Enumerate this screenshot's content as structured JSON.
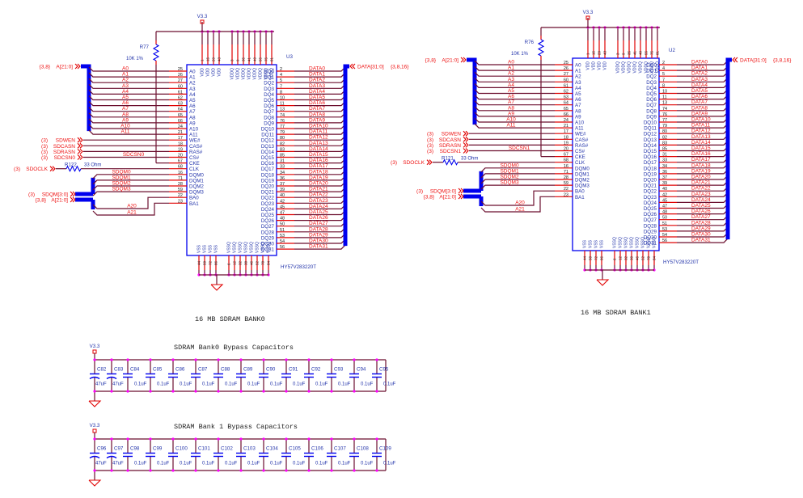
{
  "banks": [
    {
      "ref": "U3",
      "part": "HY57V283220T",
      "title": "16 MB SDRAM BANK0",
      "power_label": "V3.3",
      "pullup": {
        "ref": "R77",
        "value": "10K 1%"
      },
      "clock_resistor": {
        "ref": "R122",
        "value": "33 Ohm"
      },
      "cs_net": "SDCSN0",
      "addr_port": {
        "sheets": "{3,8}",
        "name": "A[21:0]"
      },
      "data_port": {
        "name": "DATA[31:0]",
        "sheets": "{3,8,16}"
      },
      "ctrl_ports": [
        {
          "sheets": "(3)",
          "name": "SDWEN"
        },
        {
          "sheets": "(3)",
          "name": "SDCASN"
        },
        {
          "sheets": "(3)",
          "name": "SDRASN"
        },
        {
          "sheets": "(3)",
          "name": "SDCSN0"
        }
      ],
      "clk_port": {
        "sheets": "(3)",
        "name": "SDOCLK"
      },
      "dqm_port": {
        "sheets": "(3)",
        "name": "SDQM[3:0]"
      },
      "addr2_port": {
        "sheets": "{3,8}",
        "name": "A[21:0]"
      }
    },
    {
      "ref": "U2",
      "part": "HY57V283220T",
      "title": "16 MB SDRAM BANK1",
      "power_label": "V3.3",
      "pullup": {
        "ref": "R76",
        "value": "10K 1%"
      },
      "clock_resistor": {
        "ref": "R121",
        "value": "33 Ohm"
      },
      "cs_net": "SDCSN1",
      "addr_port": {
        "sheets": "{3,8}",
        "name": "A[21:0]"
      },
      "data_port": {
        "name": "DATA[31:0]",
        "sheets": "{3,8,16}"
      },
      "ctrl_ports": [
        {
          "sheets": "(3)",
          "name": "SDWEN"
        },
        {
          "sheets": "(3)",
          "name": "SDCASN"
        },
        {
          "sheets": "(3)",
          "name": "SDRASN"
        },
        {
          "sheets": "(3)",
          "name": "SDCSN1"
        }
      ],
      "clk_port": {
        "sheets": "(3)",
        "name": "SDOCLK"
      },
      "dqm_port": {
        "sheets": "(3)",
        "name": "SDQM[3:0]"
      },
      "addr2_port": {
        "sheets": "{3,8}",
        "name": "A[21:0]"
      }
    }
  ],
  "left_pins": [
    {
      "name": "A0",
      "num": "25",
      "net": "A0"
    },
    {
      "name": "A1",
      "num": "26",
      "net": "A1"
    },
    {
      "name": "A2",
      "num": "27",
      "net": "A2"
    },
    {
      "name": "A3",
      "num": "60",
      "net": "A3"
    },
    {
      "name": "A4",
      "num": "61",
      "net": "A4"
    },
    {
      "name": "A5",
      "num": "62",
      "net": "A5"
    },
    {
      "name": "A6",
      "num": "63",
      "net": "A6"
    },
    {
      "name": "A7",
      "num": "64",
      "net": "A7"
    },
    {
      "name": "A8",
      "num": "65",
      "net": "A8"
    },
    {
      "name": "A9",
      "num": "66",
      "net": "A9"
    },
    {
      "name": "A10",
      "num": "24",
      "net": "A10"
    },
    {
      "name": "A11",
      "num": "21",
      "net": "A11"
    },
    {
      "name": "WE#",
      "num": "17",
      "net": ""
    },
    {
      "name": "CAS#",
      "num": "18",
      "net": ""
    },
    {
      "name": "RAS#",
      "num": "19",
      "net": ""
    },
    {
      "name": "CS#",
      "num": "20",
      "net": ""
    },
    {
      "name": "CKE",
      "num": "67",
      "net": ""
    },
    {
      "name": "CLK",
      "num": "68",
      "net": ""
    },
    {
      "name": "DQM0",
      "num": "16",
      "net": "SDQM0"
    },
    {
      "name": "DQM1",
      "num": "71",
      "net": "SDQM1"
    },
    {
      "name": "DQM2",
      "num": "28",
      "net": "SDQM2"
    },
    {
      "name": "DQM3",
      "num": "59",
      "net": "SDQM3"
    },
    {
      "name": "BA0",
      "num": "22",
      "net": "A20"
    },
    {
      "name": "BA1",
      "num": "23",
      "net": "A21"
    }
  ],
  "right_pins": [
    {
      "name": "DQ0",
      "num": "2",
      "net": "DATA0"
    },
    {
      "name": "DQ1",
      "num": "4",
      "net": "DATA1"
    },
    {
      "name": "DQ2",
      "num": "5",
      "net": "DATA2"
    },
    {
      "name": "DQ3",
      "num": "7",
      "net": "DATA3"
    },
    {
      "name": "DQ4",
      "num": "8",
      "net": "DATA4"
    },
    {
      "name": "DQ5",
      "num": "10",
      "net": "DATA5"
    },
    {
      "name": "DQ6",
      "num": "11",
      "net": "DATA6"
    },
    {
      "name": "DQ7",
      "num": "13",
      "net": "DATA7"
    },
    {
      "name": "DQ8",
      "num": "74",
      "net": "DATA8"
    },
    {
      "name": "DQ9",
      "num": "76",
      "net": "DATA9"
    },
    {
      "name": "DQ10",
      "num": "77",
      "net": "DATA10"
    },
    {
      "name": "DQ11",
      "num": "79",
      "net": "DATA11"
    },
    {
      "name": "DQ12",
      "num": "80",
      "net": "DATA12"
    },
    {
      "name": "DQ13",
      "num": "82",
      "net": "DATA13"
    },
    {
      "name": "DQ14",
      "num": "83",
      "net": "DATA14"
    },
    {
      "name": "DQ15",
      "num": "85",
      "net": "DATA15"
    },
    {
      "name": "DQ16",
      "num": "31",
      "net": "DATA16"
    },
    {
      "name": "DQ17",
      "num": "33",
      "net": "DATA17"
    },
    {
      "name": "DQ18",
      "num": "34",
      "net": "DATA18"
    },
    {
      "name": "DQ19",
      "num": "36",
      "net": "DATA19"
    },
    {
      "name": "DQ20",
      "num": "37",
      "net": "DATA20"
    },
    {
      "name": "DQ21",
      "num": "39",
      "net": "DATA21"
    },
    {
      "name": "DQ22",
      "num": "40",
      "net": "DATA22"
    },
    {
      "name": "DQ23",
      "num": "42",
      "net": "DATA23"
    },
    {
      "name": "DQ24",
      "num": "45",
      "net": "DATA24"
    },
    {
      "name": "DQ25",
      "num": "47",
      "net": "DATA25"
    },
    {
      "name": "DQ26",
      "num": "48",
      "net": "DATA26"
    },
    {
      "name": "DQ27",
      "num": "50",
      "net": "DATA27"
    },
    {
      "name": "DQ28",
      "num": "51",
      "net": "DATA28"
    },
    {
      "name": "DQ29",
      "num": "53",
      "net": "DATA29"
    },
    {
      "name": "DQ30",
      "num": "54",
      "net": "DATA30"
    },
    {
      "name": "DQ31",
      "num": "56",
      "net": "DATA31"
    }
  ],
  "top_pins": [
    {
      "name": "VDD",
      "num": "1"
    },
    {
      "name": "VDD",
      "num": "15"
    },
    {
      "name": "VDD",
      "num": "29"
    },
    {
      "name": "VDD",
      "num": "43"
    },
    {
      "name": "VDDQ",
      "num": "3"
    },
    {
      "name": "VDDQ",
      "num": "9"
    },
    {
      "name": "VDDQ",
      "num": "35"
    },
    {
      "name": "VDDQ",
      "num": "41"
    },
    {
      "name": "VDDQ",
      "num": "49"
    },
    {
      "name": "VDDQ",
      "num": "55"
    },
    {
      "name": "VDDQ",
      "num": "75"
    },
    {
      "name": "VDDQ",
      "num": "81"
    }
  ],
  "bottom_pins": [
    {
      "name": "VSS",
      "num": "44"
    },
    {
      "name": "VSS",
      "num": "58"
    },
    {
      "name": "VSS",
      "num": "72"
    },
    {
      "name": "VSS",
      "num": "86"
    },
    {
      "name": "VSSQ",
      "num": "6"
    },
    {
      "name": "VSSQ",
      "num": "12"
    },
    {
      "name": "VSSQ",
      "num": "32"
    },
    {
      "name": "VSSQ",
      "num": "38"
    },
    {
      "name": "VSSQ",
      "num": "46"
    },
    {
      "name": "VSSQ",
      "num": "52"
    },
    {
      "name": "VSSQ",
      "num": "78"
    },
    {
      "name": "VSSQ",
      "num": "84"
    }
  ],
  "cap_groups": [
    {
      "title": "SDRAM Bank0 Bypass Capacitors",
      "power_label": "V3.3",
      "caps": [
        {
          "ref": "C82",
          "value": "47uF",
          "polarized": true
        },
        {
          "ref": "C83",
          "value": "47uF",
          "polarized": true
        },
        {
          "ref": "C84",
          "value": "0.1uF"
        },
        {
          "ref": "C85",
          "value": "0.1uF"
        },
        {
          "ref": "C86",
          "value": "0.1uF"
        },
        {
          "ref": "C87",
          "value": "0.1uF"
        },
        {
          "ref": "C88",
          "value": "0.1uF"
        },
        {
          "ref": "C89",
          "value": "0.1uF"
        },
        {
          "ref": "C90",
          "value": "0.1uF"
        },
        {
          "ref": "C91",
          "value": "0.1uF"
        },
        {
          "ref": "C92",
          "value": "0.1uF"
        },
        {
          "ref": "C93",
          "value": "0.1uF"
        },
        {
          "ref": "C94",
          "value": "0.1uF"
        },
        {
          "ref": "C95",
          "value": "0.1uF"
        }
      ]
    },
    {
      "title": "SDRAM Bank 1 Bypass Capacitors",
      "power_label": "V3.3",
      "caps": [
        {
          "ref": "C96",
          "value": "47uF",
          "polarized": true
        },
        {
          "ref": "C97",
          "value": "47uF",
          "polarized": true
        },
        {
          "ref": "C98",
          "value": "0.1uF"
        },
        {
          "ref": "C99",
          "value": "0.1uF"
        },
        {
          "ref": "C100",
          "value": "0.1uF"
        },
        {
          "ref": "C101",
          "value": "0.1uF"
        },
        {
          "ref": "C102",
          "value": "0.1uF"
        },
        {
          "ref": "C103",
          "value": "0.1uF"
        },
        {
          "ref": "C104",
          "value": "0.1uF"
        },
        {
          "ref": "C105",
          "value": "0.1uF"
        },
        {
          "ref": "C106",
          "value": "0.1uF"
        },
        {
          "ref": "C107",
          "value": "0.1uF"
        },
        {
          "ref": "C108",
          "value": "0.1uF"
        },
        {
          "ref": "C109",
          "value": "0.1uF"
        }
      ]
    }
  ]
}
